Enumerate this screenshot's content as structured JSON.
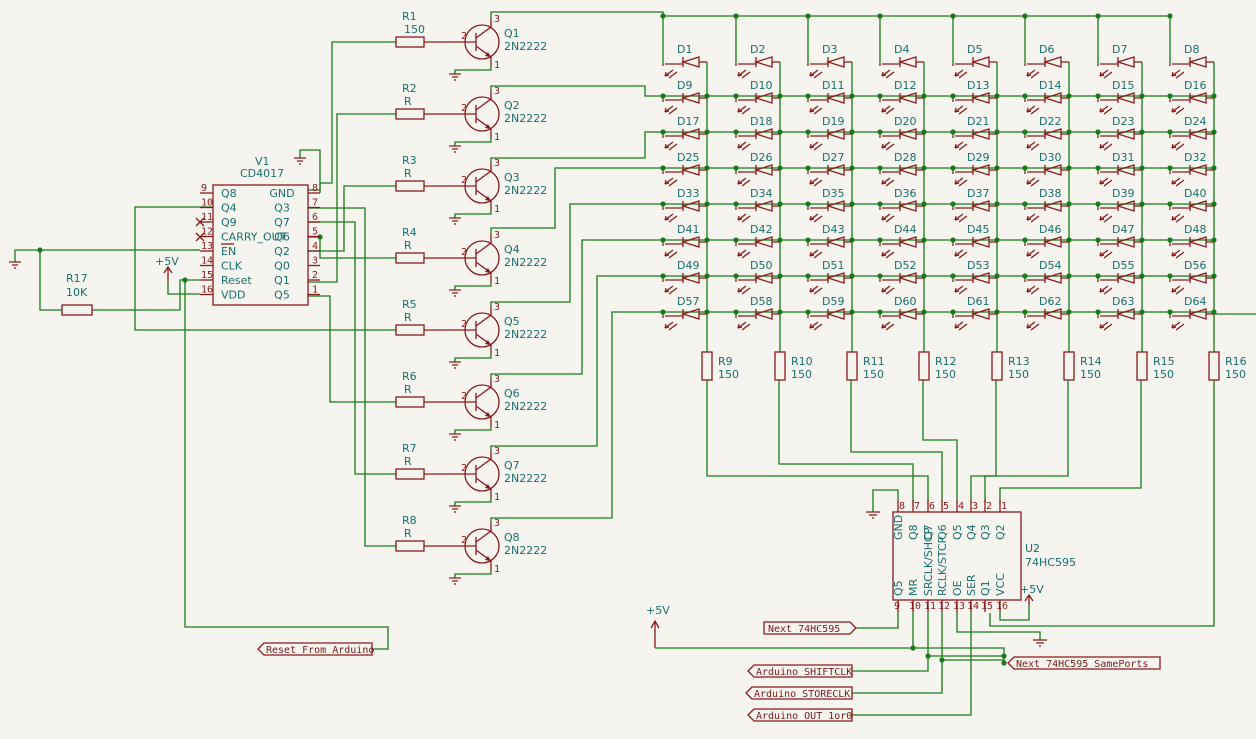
{
  "u1": {
    "ref": "V1",
    "value": "CD4017",
    "left_pins": [
      {
        "num": "9",
        "name": "Q8"
      },
      {
        "num": "10",
        "name": "Q4"
      },
      {
        "num": "11",
        "name": "Q9"
      },
      {
        "num": "12",
        "name": "CARRY_OUT"
      },
      {
        "num": "13",
        "name": "EN"
      },
      {
        "num": "14",
        "name": "CLK"
      },
      {
        "num": "15",
        "name": "Reset"
      },
      {
        "num": "16",
        "name": "VDD"
      }
    ],
    "right_pins": [
      {
        "num": "8",
        "name": "GND"
      },
      {
        "num": "7",
        "name": "Q3"
      },
      {
        "num": "6",
        "name": "Q7"
      },
      {
        "num": "5",
        "name": "Q6"
      },
      {
        "num": "4",
        "name": "Q2"
      },
      {
        "num": "3",
        "name": "Q0"
      },
      {
        "num": "2",
        "name": "Q1"
      },
      {
        "num": "1",
        "name": "Q5"
      }
    ]
  },
  "u2": {
    "ref": "U2",
    "value": "74HC595",
    "top_pins": [
      {
        "num": "8",
        "name": "GND"
      },
      {
        "num": "7",
        "name": "Q8"
      },
      {
        "num": "6",
        "name": "Q7"
      },
      {
        "num": "5",
        "name": "Q6"
      },
      {
        "num": "4",
        "name": "Q5"
      },
      {
        "num": "3",
        "name": "Q4"
      },
      {
        "num": "2",
        "name": "Q3"
      },
      {
        "num": "1",
        "name": "Q2"
      }
    ],
    "bottom_pins": [
      {
        "num": "9",
        "name": "Q5"
      },
      {
        "num": "10",
        "name": "MR"
      },
      {
        "num": "11",
        "name": "SRCLK/SHCP"
      },
      {
        "num": "12",
        "name": "RCLK/STCP"
      },
      {
        "num": "13",
        "name": "OE"
      },
      {
        "num": "14",
        "name": "SER"
      },
      {
        "num": "15",
        "name": "Q1"
      },
      {
        "num": "16",
        "name": "VCC"
      }
    ]
  },
  "r17": {
    "ref": "R17",
    "value": "10K"
  },
  "base_resistors": [
    {
      "ref": "R1",
      "value": "150"
    },
    {
      "ref": "R2",
      "value": "R"
    },
    {
      "ref": "R3",
      "value": "R"
    },
    {
      "ref": "R4",
      "value": "R"
    },
    {
      "ref": "R5",
      "value": "R"
    },
    {
      "ref": "R6",
      "value": "R"
    },
    {
      "ref": "R7",
      "value": "R"
    },
    {
      "ref": "R8",
      "value": "R"
    }
  ],
  "transistors": [
    {
      "ref": "Q1",
      "value": "2N2222"
    },
    {
      "ref": "Q2",
      "value": "2N2222"
    },
    {
      "ref": "Q3",
      "value": "2N2222"
    },
    {
      "ref": "Q4",
      "value": "2N2222"
    },
    {
      "ref": "Q5",
      "value": "2N2222"
    },
    {
      "ref": "Q6",
      "value": "2N2222"
    },
    {
      "ref": "Q7",
      "value": "2N2222"
    },
    {
      "ref": "Q8",
      "value": "2N2222"
    }
  ],
  "column_resistors": [
    {
      "ref": "R9",
      "value": "150"
    },
    {
      "ref": "R10",
      "value": "150"
    },
    {
      "ref": "R11",
      "value": "150"
    },
    {
      "ref": "R12",
      "value": "150"
    },
    {
      "ref": "R13",
      "value": "150"
    },
    {
      "ref": "R14",
      "value": "150"
    },
    {
      "ref": "R15",
      "value": "150"
    },
    {
      "ref": "R16",
      "value": "150"
    }
  ],
  "diodes": [
    "D1",
    "D2",
    "D3",
    "D4",
    "D5",
    "D6",
    "D7",
    "D8",
    "D9",
    "D10",
    "D11",
    "D12",
    "D13",
    "D14",
    "D15",
    "D16",
    "D17",
    "D18",
    "D19",
    "D20",
    "D21",
    "D22",
    "D23",
    "D24",
    "D25",
    "D26",
    "D27",
    "D28",
    "D29",
    "D30",
    "D31",
    "D32",
    "D33",
    "D34",
    "D35",
    "D36",
    "D37",
    "D38",
    "D39",
    "D40",
    "D41",
    "D42",
    "D43",
    "D44",
    "D45",
    "D46",
    "D47",
    "D48",
    "D49",
    "D50",
    "D51",
    "D52",
    "D53",
    "D54",
    "D55",
    "D56",
    "D57",
    "D58",
    "D59",
    "D60",
    "D61",
    "D62",
    "D63",
    "D64"
  ],
  "power": {
    "v5": "+5V"
  },
  "transistor_pins": {
    "b": "2",
    "c": "3",
    "e": "1"
  },
  "labels": {
    "reset": "Reset_From_Arduino",
    "next": "Next_74HC595",
    "next_same": "Next_74HC595_SamePorts",
    "shift": "Arduino_SHIFTCLK",
    "store": "Arduino_STORECLK",
    "out": "Arduino_OUT_1or0"
  },
  "colors": {
    "wire": "#1a7a1a",
    "component": "#8b1a1a",
    "text": "#1a6e6e",
    "background": "#f5f4ef"
  }
}
